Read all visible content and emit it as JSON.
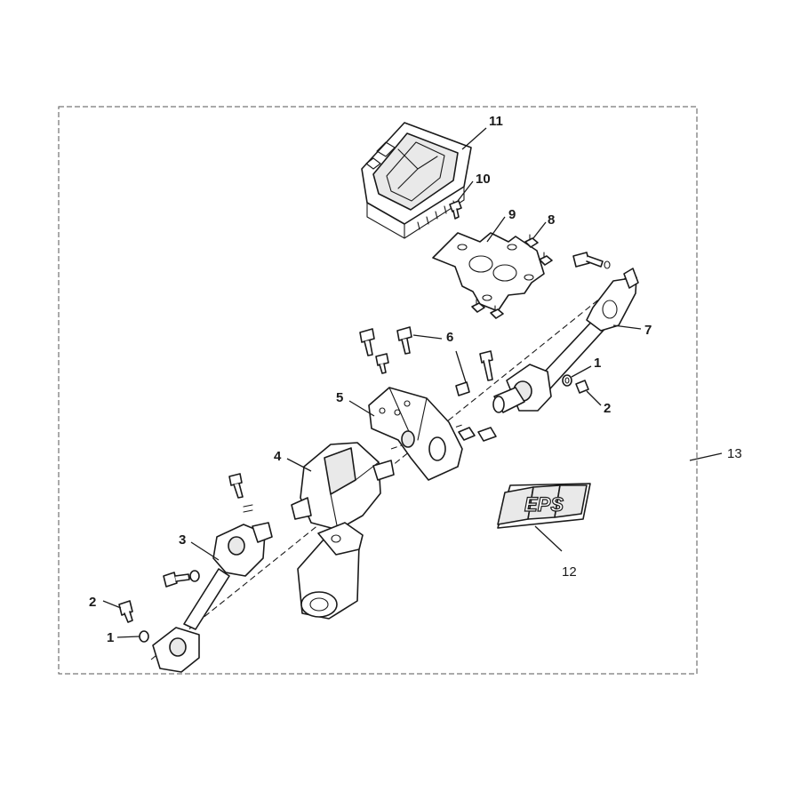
{
  "callouts": {
    "c1a": "1",
    "c1b": "1",
    "c2a": "2",
    "c2b": "2",
    "c3": "3",
    "c4": "4",
    "c5": "5",
    "c6": "6",
    "c7": "7",
    "c8": "8",
    "c9": "9",
    "c10": "10",
    "c11": "11",
    "c12": "12",
    "c13": "13"
  },
  "logo_text": "EPS"
}
